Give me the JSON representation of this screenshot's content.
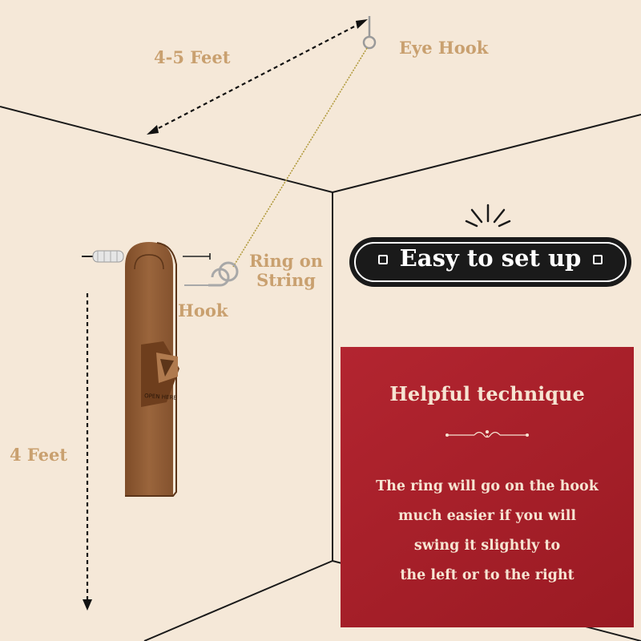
{
  "labels": {
    "distance_top": "4-5 Feet",
    "eye_hook": "Eye Hook",
    "ring_on_string": [
      "Ring on",
      "String"
    ],
    "hook": "Hook",
    "height_floor": "4 Feet"
  },
  "box_text": "OPEN HERE",
  "badge": {
    "title": "Easy to set up"
  },
  "panel": {
    "title": "Helpful technique",
    "lines": [
      "The ring will go on the hook",
      "much easier if you will",
      "swing it slightly to",
      "the left or to the right"
    ]
  },
  "colors": {
    "background": "#f5e8d8",
    "label": "#c9a06f",
    "panel": "#a81e28",
    "panel_text": "#f6e4d2",
    "badge": "#1a1a1a",
    "wood": "#8f5a33"
  }
}
